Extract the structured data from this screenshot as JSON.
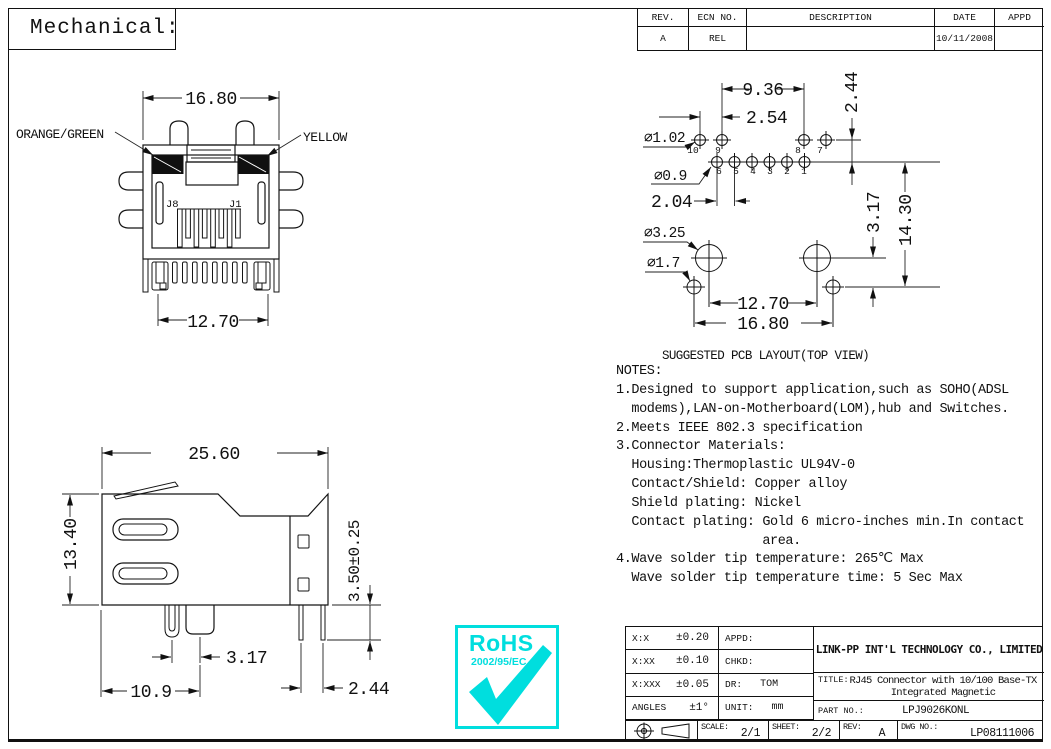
{
  "page": {
    "sheet_label": "Mechanical:"
  },
  "revision_table": {
    "headers": [
      "REV.",
      "ECN NO.",
      "DESCRIPTION",
      "DATE",
      "APPD"
    ],
    "row": {
      "rev": "A",
      "ecn": "REL",
      "description": "",
      "date": "10/11/2008",
      "appd": ""
    }
  },
  "front_view": {
    "width_dim": "16.80",
    "pins_dim": "12.70",
    "led_left_label": "ORANGE/GREEN",
    "led_right_label": "YELLOW",
    "pin_first": "J8",
    "pin_last": "J1"
  },
  "pcb_layout": {
    "caption": "SUGGESTED PCB LAYOUT(TOP VIEW)",
    "dim_9_36": "9.36",
    "dim_2_54": "2.54",
    "dim_2_44": "2.44",
    "dia_1_02": "⌀1.02",
    "dia_0_9": "⌀0.9",
    "dim_2_04": "2.04",
    "dim_3_17": "3.17",
    "dim_14_30": "14.30",
    "dia_3_25": "⌀3.25",
    "dia_1_7": "⌀1.7",
    "dim_12_70": "12.70",
    "dim_16_80": "16.80",
    "holes": [
      "10",
      "9",
      "8",
      "7",
      "6",
      "5",
      "4",
      "3",
      "2",
      "1"
    ]
  },
  "notes": {
    "lines": [
      "NOTES:",
      "1.Designed to support application,such as SOHO(ADSL",
      "  modems),LAN-on-Motherboard(LOM),hub and Switches.",
      "2.Meets IEEE 802.3 specification",
      "3.Connector Materials:",
      "  Housing:Thermoplastic UL94V-0",
      "  Contact/Shield: Copper alloy",
      "  Shield plating: Nickel",
      "  Contact plating: Gold 6 micro-inches min.In contact",
      "                   area.",
      "4.Wave solder tip temperature: 265℃ Max",
      "  Wave solder tip temperature time: 5 Sec Max"
    ]
  },
  "side_view": {
    "dim_25_60": "25.60",
    "dim_13_40": "13.40",
    "dim_3_50": "3.50±0.25",
    "dim_3_17": "3.17",
    "dim_10_9": "10.9",
    "dim_2_44": "2.44"
  },
  "rohs": {
    "name": "RoHS",
    "directive": "2002/95/EC",
    "color": "#00dede"
  },
  "title_block": {
    "tolerances": [
      {
        "label": "X:X",
        "value": "±0.20"
      },
      {
        "label": "X:XX",
        "value": "±0.10"
      },
      {
        "label": "X:XXX",
        "value": "±0.05"
      },
      {
        "label": "ANGLES",
        "value": "±1°"
      }
    ],
    "approvals": [
      {
        "label": "APPD:",
        "value": ""
      },
      {
        "label": "CHKD:",
        "value": ""
      },
      {
        "label": "DR:",
        "value": "TOM"
      },
      {
        "label": "UNIT:",
        "value": "mm"
      }
    ],
    "company": "LINK-PP INT'L TECHNOLOGY CO., LIMITED",
    "title_label": "TITLE:",
    "title_line1": "RJ45 Connector with 10/100 Base-TX",
    "title_line2": "Integrated Magnetic",
    "part_no_label": "PART NO.:",
    "part_no": "LPJ9026KONL",
    "scale_label": "SCALE:",
    "scale": "2/1",
    "sheet_label": "SHEET:",
    "sheet": "2/2",
    "rev_label": "REV:",
    "rev": "A",
    "dwg_label": "DWG NO.:",
    "dwg_no": "LP08111006"
  }
}
